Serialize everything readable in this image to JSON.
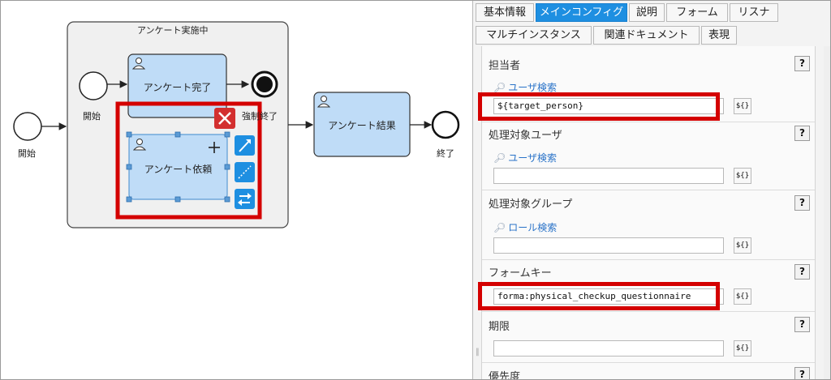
{
  "diagram": {
    "subprocess_label": "アンケート実施中",
    "start_outer_label": "開始",
    "start_inner_label": "開始",
    "task_complete_label": "アンケート完了",
    "task_request_label": "アンケート依頼",
    "task_result_label": "アンケート結果",
    "end_force_label": "強制終了",
    "end_outer_label": "終了"
  },
  "tabs_row1": [
    "基本情報",
    "メインコンフィグ",
    "説明",
    "フォーム",
    "リスナ"
  ],
  "tabs_row2": [
    "マルチインスタンス",
    "関連ドキュメント",
    "表現"
  ],
  "active_tab": "メインコンフィグ",
  "sections": {
    "assignee": {
      "title": "担当者",
      "help": "?",
      "link": "ユーザ検索",
      "value": "${target_person}",
      "expr": "${}"
    },
    "candidate_users": {
      "title": "処理対象ユーザ",
      "help": "?",
      "link": "ユーザ検索",
      "value": "",
      "expr": "${}"
    },
    "candidate_groups": {
      "title": "処理対象グループ",
      "help": "?",
      "link": "ロール検索",
      "value": "",
      "expr": "${}"
    },
    "form_key": {
      "title": "フォームキー",
      "help": "?",
      "value": "forma:physical_checkup_questionnaire",
      "expr": "${}"
    },
    "due_date": {
      "title": "期限",
      "help": "?",
      "value": "",
      "expr": "${}"
    },
    "priority": {
      "title": "優先度",
      "help": "?"
    }
  },
  "colors": {
    "accent": "#1e8fe1",
    "highlight": "#d40000",
    "task_fill": "#bfdcf7"
  }
}
